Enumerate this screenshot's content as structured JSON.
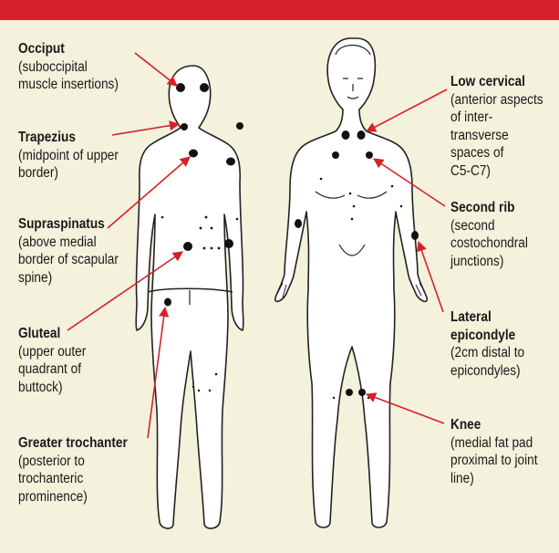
{
  "header": {
    "bar_color": "#d6202a"
  },
  "colors": {
    "background": "#f4f1dc",
    "figure_fill": "#ffffff",
    "outline": "#222222",
    "point": "#111111",
    "arrow": "#d6202a"
  },
  "labels": [
    {
      "id": "occiput",
      "title": "Occiput",
      "desc": "(suboccipital\nmuscle insertions)"
    },
    {
      "id": "trapezius",
      "title": "Trapezius",
      "desc": "(midpoint of upper\nborder)"
    },
    {
      "id": "supraspinatus",
      "title": "Supraspinatus",
      "desc": "(above medial\nborder of scapular\nspine)"
    },
    {
      "id": "gluteal",
      "title": "Gluteal",
      "desc": "(upper outer\nquadrant of\nbuttock)"
    },
    {
      "id": "greater-trochanter",
      "title": "Greater trochanter",
      "desc": "(posterior to\ntrochanteric\nprominence)"
    },
    {
      "id": "low-cervical",
      "title": "Low cervical",
      "desc": "(anterior aspects\nof inter-\ntransverse\nspaces of\nC5-C7)"
    },
    {
      "id": "second-rib",
      "title": "Second rib",
      "desc": "(second\ncostochondral\njunctions)"
    },
    {
      "id": "lateral-epicondyle",
      "title": "Lateral\nepicondyle",
      "desc": "(2cm distal to\nepicondyles)"
    },
    {
      "id": "knee",
      "title": "Knee",
      "desc": "(medial fat pad\nproximal to joint\nline)"
    }
  ],
  "figures": [
    {
      "id": "back-view-figure",
      "view": "posterior"
    },
    {
      "id": "front-view-figure",
      "view": "anterior"
    }
  ]
}
